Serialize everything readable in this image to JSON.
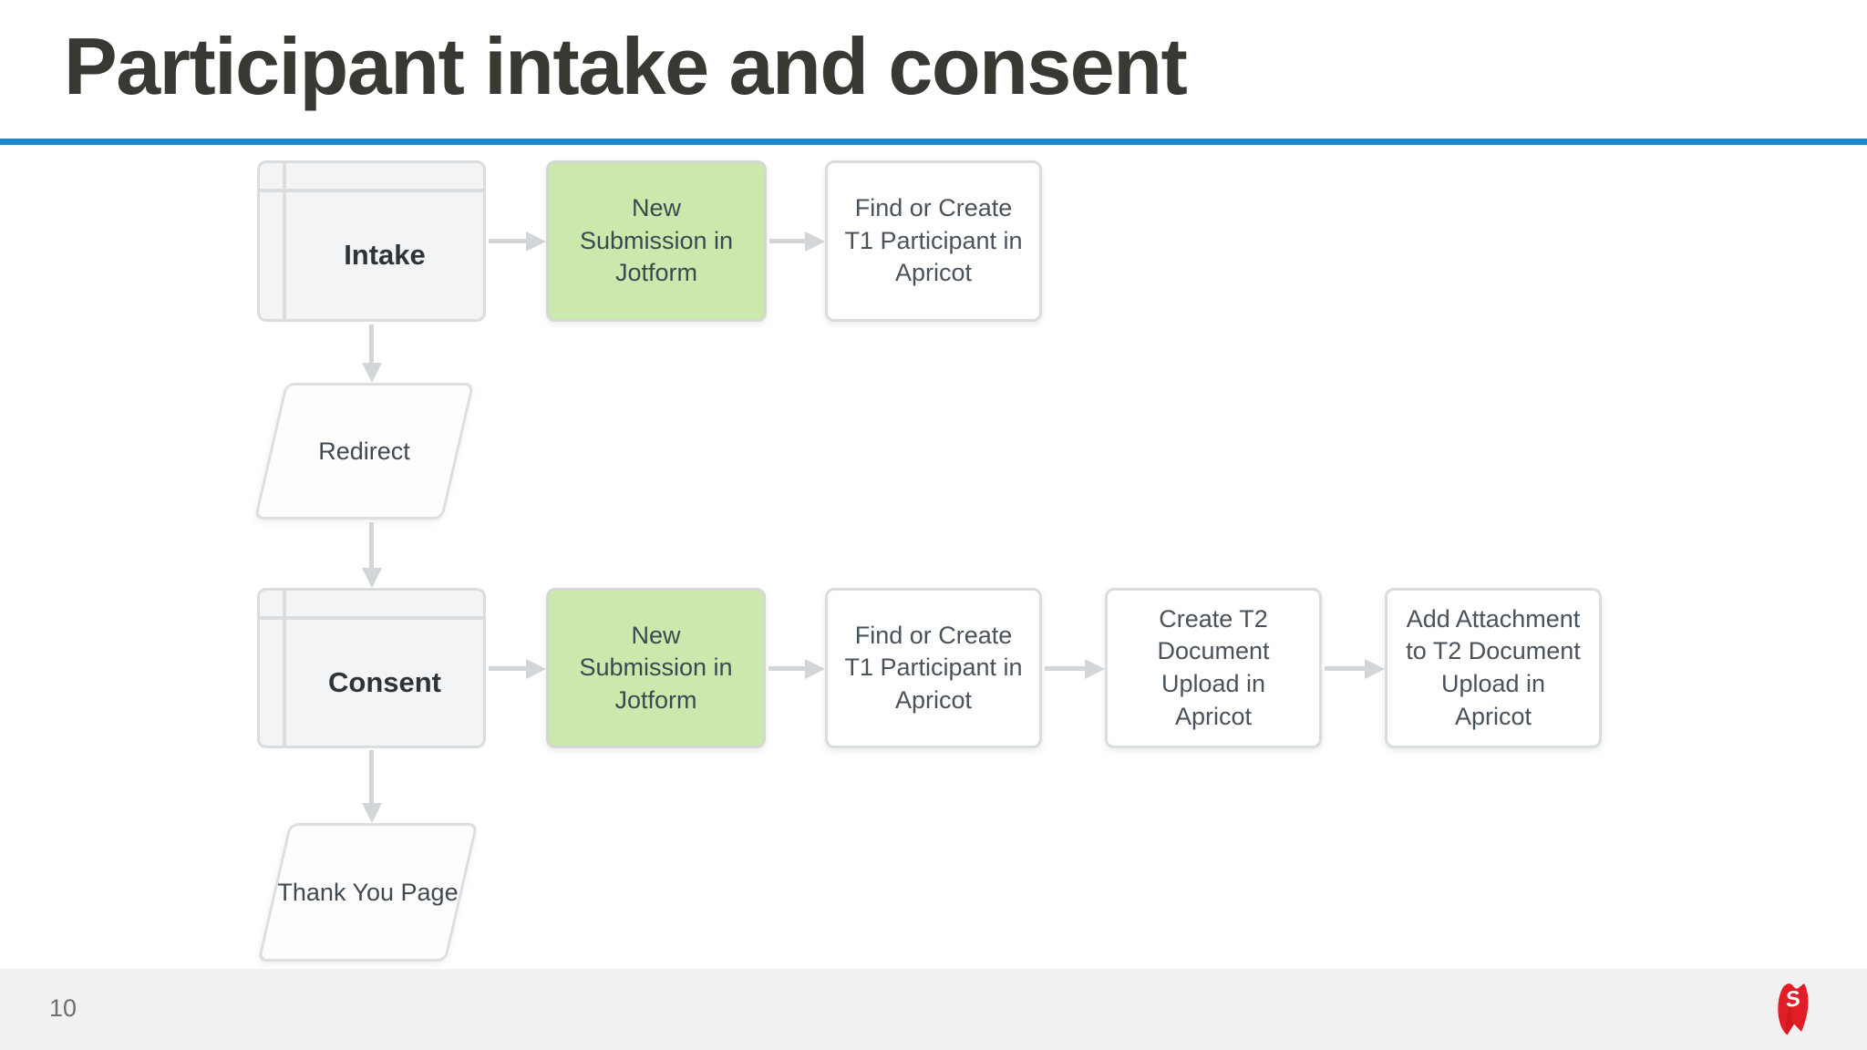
{
  "slide": {
    "title": "Participant intake and consent"
  },
  "colors": {
    "accent_rule": "#1d87c9",
    "highlight_fill": "#cbe8ad",
    "node_border": "#d9dde0",
    "arrow": "#d2d6d9",
    "logo_red": "#e11d26"
  },
  "diagram": {
    "nodes": {
      "intake": {
        "label": "Intake",
        "type": "window"
      },
      "intake_jotform": {
        "label": "New Submission in Jotform",
        "type": "process",
        "highlighted": true
      },
      "intake_find_participant": {
        "label": "Find or Create T1 Participant in Apricot",
        "type": "process",
        "highlighted": false
      },
      "redirect": {
        "label": "Redirect",
        "type": "parallelogram"
      },
      "consent": {
        "label": "Consent",
        "type": "window"
      },
      "consent_jotform": {
        "label": "New Submission in Jotform",
        "type": "process",
        "highlighted": true
      },
      "consent_find_participant": {
        "label": "Find or Create T1 Participant in Apricot",
        "type": "process",
        "highlighted": false
      },
      "create_t2_document": {
        "label": "Create T2 Document Upload in Apricot",
        "type": "process",
        "highlighted": false
      },
      "add_attachment_t2": {
        "label": "Add Attachment to T2 Document Upload in Apricot",
        "type": "process",
        "highlighted": false
      },
      "thank_you": {
        "label": "Thank You Page",
        "type": "parallelogram"
      }
    }
  },
  "footer": {
    "page_number": "10",
    "logo": "red-cape-s-logo"
  }
}
